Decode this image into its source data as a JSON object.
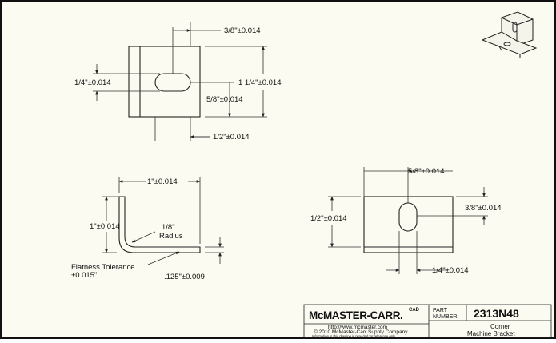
{
  "colors": {
    "paper": "#fbfbf1",
    "line": "#222222",
    "frame": "#111111"
  },
  "top_view": {
    "slot_width_label": "3/8\"±0.014",
    "height_label": "1 1/4\"±0.014",
    "slot_offset_label": "1/4\"±0.014",
    "slot_center_label": "5/8\"±0.014",
    "leg_label": "1/2\"±0.014"
  },
  "side_view": {
    "width_label": "1\"±0.014",
    "height_label": "1\"±0.014",
    "radius_label_line1": "1/8\"",
    "radius_label_line2": "Radius",
    "flatness_line1": "Flatness Tolerance",
    "flatness_line2": "±0.015\"",
    "thickness_label": ".125\"±0.009"
  },
  "front_view": {
    "slot_center_label": "5/8\"±0.014",
    "height_label": "1/2\"±0.014",
    "slot_width_label": "3/8\"±0.014",
    "slot_offset_label": "1/4\"±0.014"
  },
  "title_block": {
    "brand": "McMASTER-CARR.",
    "cad_tag": "CAD",
    "part_label_line1": "PART",
    "part_label_line2": "NUMBER",
    "part_number": "2313N48",
    "url": "http://www.mcmaster.com",
    "copyright": "© 2010 McMaster-Carr Supply Company",
    "disclaimer": "Information in this drawing is provided for reference only.",
    "desc_line1": "Corner",
    "desc_line2": "Machine Bracket"
  }
}
